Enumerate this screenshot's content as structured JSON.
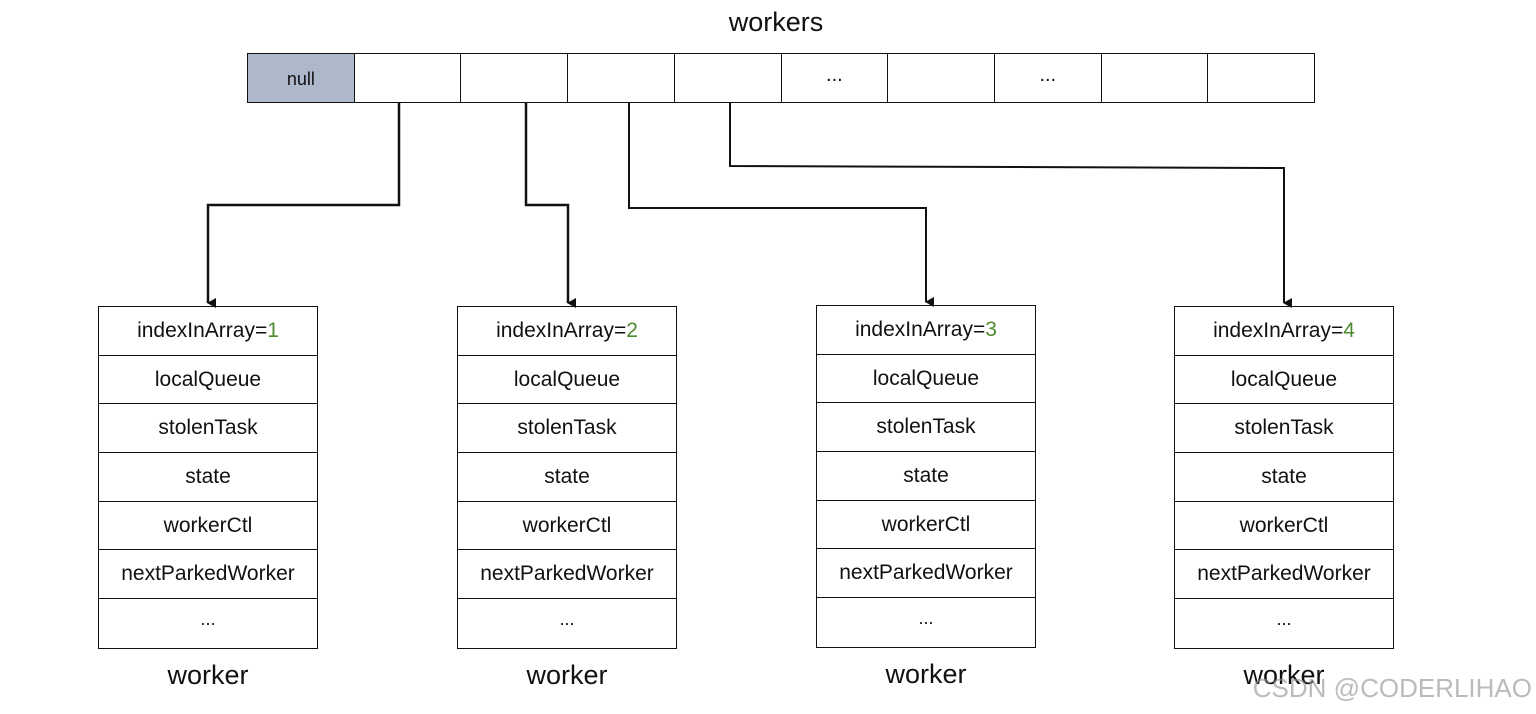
{
  "title": "workers",
  "array": {
    "cells": [
      "null",
      "",
      "",
      "",
      "",
      "...",
      "",
      "...",
      "",
      ""
    ],
    "null_color": "#adb9ca"
  },
  "workers": [
    {
      "index_label": "indexInArray=",
      "index_value": "1",
      "fields": [
        "localQueue",
        "stolenTask",
        "state",
        "workerCtl",
        "nextParkedWorker",
        "..."
      ],
      "caption": "worker"
    },
    {
      "index_label": "indexInArray=",
      "index_value": "2",
      "fields": [
        "localQueue",
        "stolenTask",
        "state",
        "workerCtl",
        "nextParkedWorker",
        "..."
      ],
      "caption": "worker"
    },
    {
      "index_label": "indexInArray=",
      "index_value": "3",
      "fields": [
        "localQueue",
        "stolenTask",
        "state",
        "workerCtl",
        "nextParkedWorker",
        "..."
      ],
      "caption": "worker"
    },
    {
      "index_label": "indexInArray=",
      "index_value": "4",
      "fields": [
        "localQueue",
        "stolenTask",
        "state",
        "workerCtl",
        "nextParkedWorker",
        "..."
      ],
      "caption": "worker"
    }
  ],
  "index_value_color": "#4e8a30",
  "watermark": "CSDN @CODERLIHAO"
}
